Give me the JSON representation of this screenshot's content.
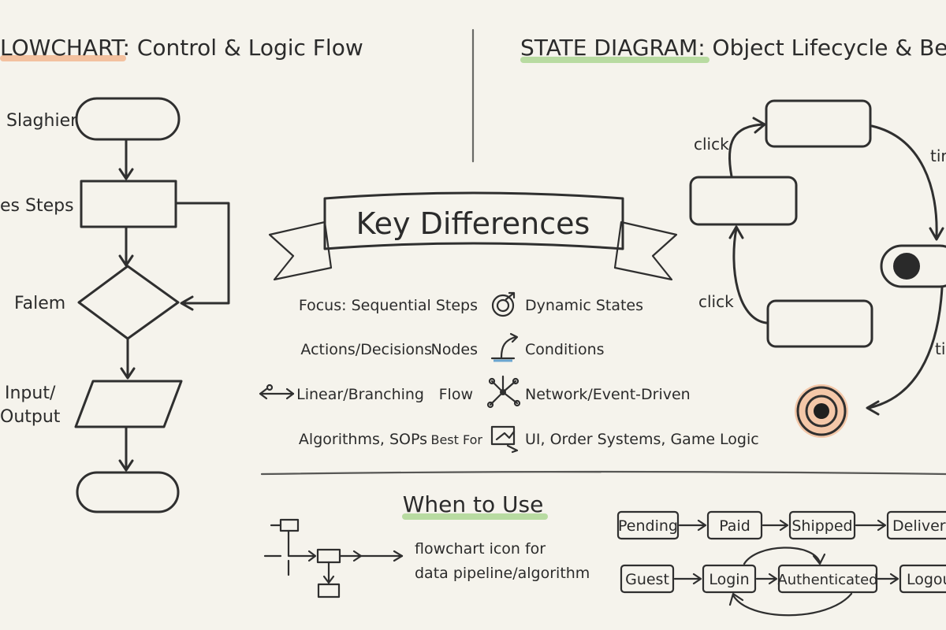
{
  "colors": {
    "background": "#f5f3ec",
    "blue": "#a9cde6",
    "orange": "#f3b48c",
    "green": "#a9d58e",
    "gray": "#d9d9d6",
    "ink": "#2f2f2f"
  },
  "flowchart": {
    "title_prefix": "LOWCHART:",
    "title_rest": " Control & Logic Flow",
    "labels": {
      "start": "Slaghier",
      "process": "es Steps",
      "decision": "Falem",
      "io_line1": "Input/",
      "io_line2": "Output"
    }
  },
  "state_diagram": {
    "title_prefix": "STATE DIAGRAM:",
    "title_rest": " Object Lifecycle & Beh",
    "labels": {
      "click_top": "click",
      "click_bottom": "click",
      "time_top": "tir",
      "time_bottom": "ti"
    }
  },
  "key_differences": {
    "banner": "Key Differences",
    "rows": [
      {
        "left": "Focus: Sequential Steps",
        "middle": "",
        "right": "Dynamic States",
        "icon": "circular-arrow-icon"
      },
      {
        "left": "Actions/Decisions",
        "middle": "Nodes",
        "right": "Conditions",
        "icon": "lever-icon"
      },
      {
        "left": "Linear/Branching",
        "middle": "Flow",
        "right": "Network/Event-Driven",
        "icon": "network-icon"
      },
      {
        "left": "Algorithms, SOPs",
        "middle": "Best For",
        "right": "UI, Order Systems, Game Logic",
        "icon": "window-cursor-icon"
      }
    ]
  },
  "when_to_use": {
    "title": "When to Use",
    "flowchart_caption_line1": "flowchart icon for",
    "flowchart_caption_line2": "data pipeline/algorithm",
    "order_states": [
      "Pending",
      "Paid",
      "Shipped",
      "Delivere"
    ],
    "auth_states": [
      "Guest",
      "Login",
      "Authenticated",
      "Logout"
    ]
  }
}
